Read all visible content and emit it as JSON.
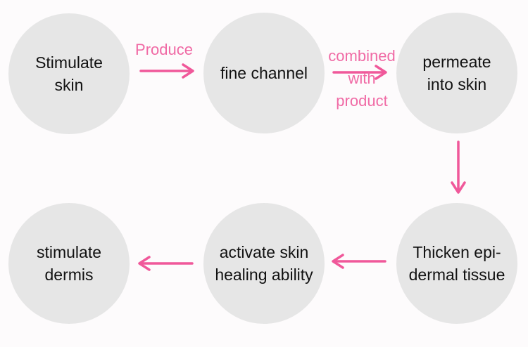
{
  "colors": {
    "circle": "#e6e6e6",
    "arrow": "#f0589a",
    "label": "#f06aa5",
    "text": "#111111"
  },
  "nodes": {
    "stimulate_skin": [
      "Stimulate",
      "skin"
    ],
    "fine_channel": [
      "fine channel"
    ],
    "permeate": [
      "permeate",
      "into skin"
    ],
    "thicken": [
      "Thicken epi-",
      "dermal tissue"
    ],
    "activate": [
      "activate skin",
      "healing ability"
    ],
    "stimulate_dermis": [
      "stimulate",
      "dermis"
    ]
  },
  "labels": {
    "produce": "Produce",
    "combined": [
      "combined",
      "with",
      "product"
    ]
  },
  "arrow_icon": "right-arrow-icon"
}
